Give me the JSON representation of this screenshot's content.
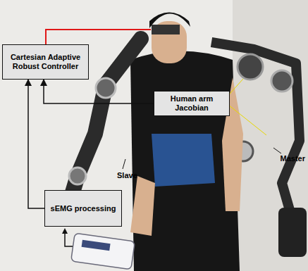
{
  "diagram": {
    "nodes": [
      {
        "text": [
          "Cartesian Adaptive Robust Controller"
        ]
      },
      {
        "text": [
          "Human arm Jacobian"
        ]
      },
      {
        "text": [
          "sEMG processing"
        ]
      }
    ],
    "edges": [
      {
        "from": 1,
        "to": 0,
        "arrow": "to"
      },
      {
        "from": 2,
        "to": 0,
        "arrow": "to"
      }
    ],
    "labels": [
      "Slave",
      "Master"
    ]
  }
}
